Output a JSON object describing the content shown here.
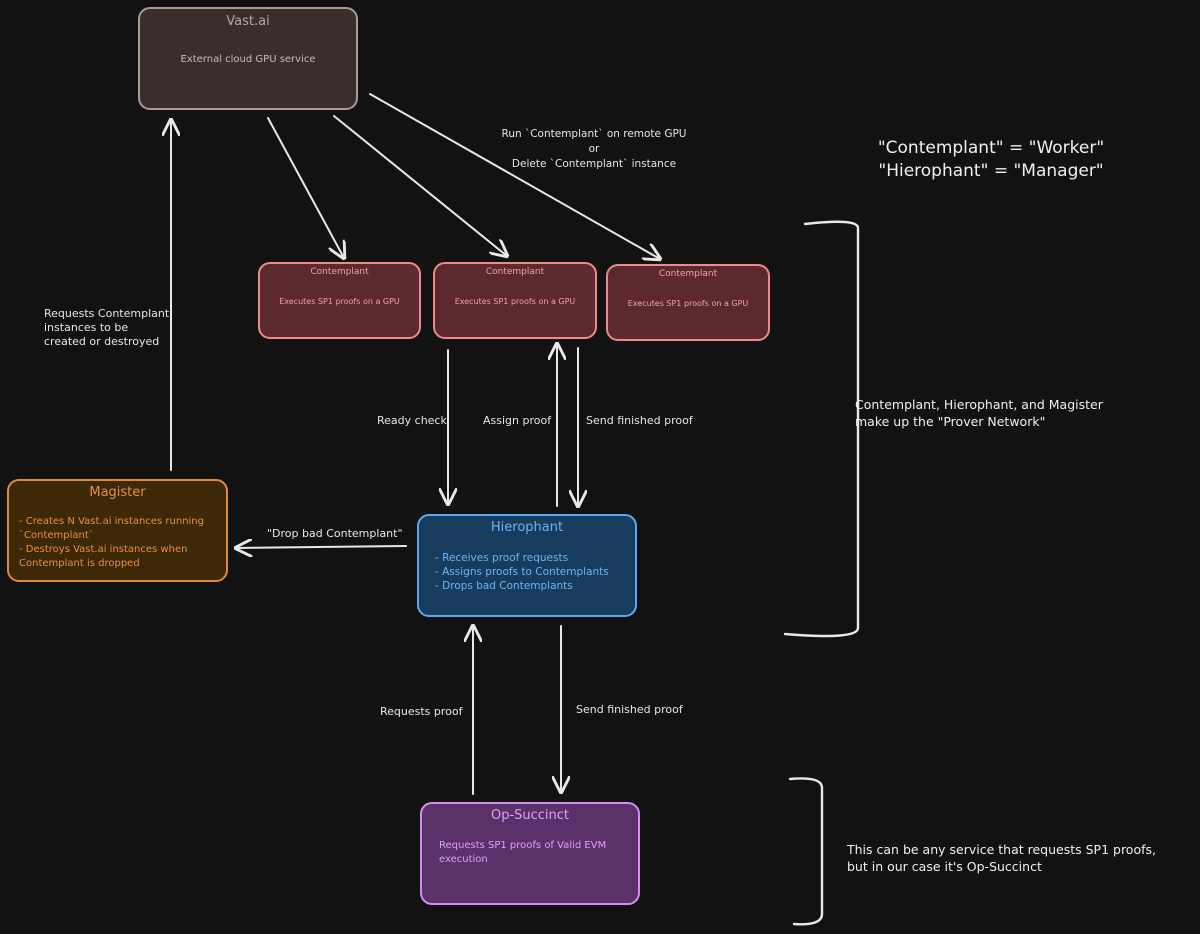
{
  "vast": {
    "title": "Vast.ai",
    "body": "External cloud GPU service"
  },
  "contemplants": [
    {
      "title": "Contemplant",
      "body": "Executes SP1 proofs on a GPU"
    },
    {
      "title": "Contemplant",
      "body": "Executes SP1 proofs on a GPU"
    },
    {
      "title": "Contemplant",
      "body": "Executes SP1 proofs on a GPU"
    }
  ],
  "magister": {
    "title": "Magister",
    "lines": [
      "- Creates N Vast.ai instances running",
      "`Contemplant`",
      "- Destroys Vast.ai instances when",
      "Contemplant is dropped"
    ]
  },
  "hierophant": {
    "title": "Hierophant",
    "lines": [
      "- Receives proof requests",
      "- Assigns proofs to Contemplants",
      "- Drops bad Contemplants"
    ]
  },
  "opsuccinct": {
    "title": "Op-Succinct",
    "lines": [
      "Requests SP1 proofs of Valid EVM",
      "execution"
    ]
  },
  "labels": {
    "run_line1": "Run `Contemplant` on remote GPU",
    "run_line2": "or",
    "run_line3": "Delete `Contemplant` instance",
    "requests_line1": "Requests Contemplant",
    "requests_line2": "instances to be",
    "requests_line3": "created or destroyed",
    "ready_check": "Ready check",
    "assign_proof": "Assign proof",
    "send_finished_top": "Send finished proof",
    "drop_bad": "\"Drop bad Contemplant\"",
    "requests_proof": "Requests proof",
    "send_finished_bottom": "Send finished proof"
  },
  "notes": {
    "alias_line1": "\"Contemplant\" = \"Worker\"",
    "alias_line2": "\"Hierophant\" = \"Manager\"",
    "network_line1": "Contemplant, Hierophant, and Magister",
    "network_line2": "make up the \"Prover Network\"",
    "service_line1": "This can be any service that requests SP1 proofs,",
    "service_line2": "but in our case it's Op-Succinct"
  },
  "colors": {
    "vast_fill": "#3a2e2c",
    "vast_stroke": "#a89a94",
    "contemplant_fill": "#5c2a2e",
    "contemplant_stroke": "#f08a8a",
    "magister_fill": "#3d2808",
    "magister_stroke": "#e08a3c",
    "hierophant_fill": "#173c5e",
    "hierophant_stroke": "#5aa8f0",
    "opsuccinct_fill": "#5a3168",
    "opsuccinct_stroke": "#d58cf5",
    "arrow": "#e8e8e8"
  }
}
